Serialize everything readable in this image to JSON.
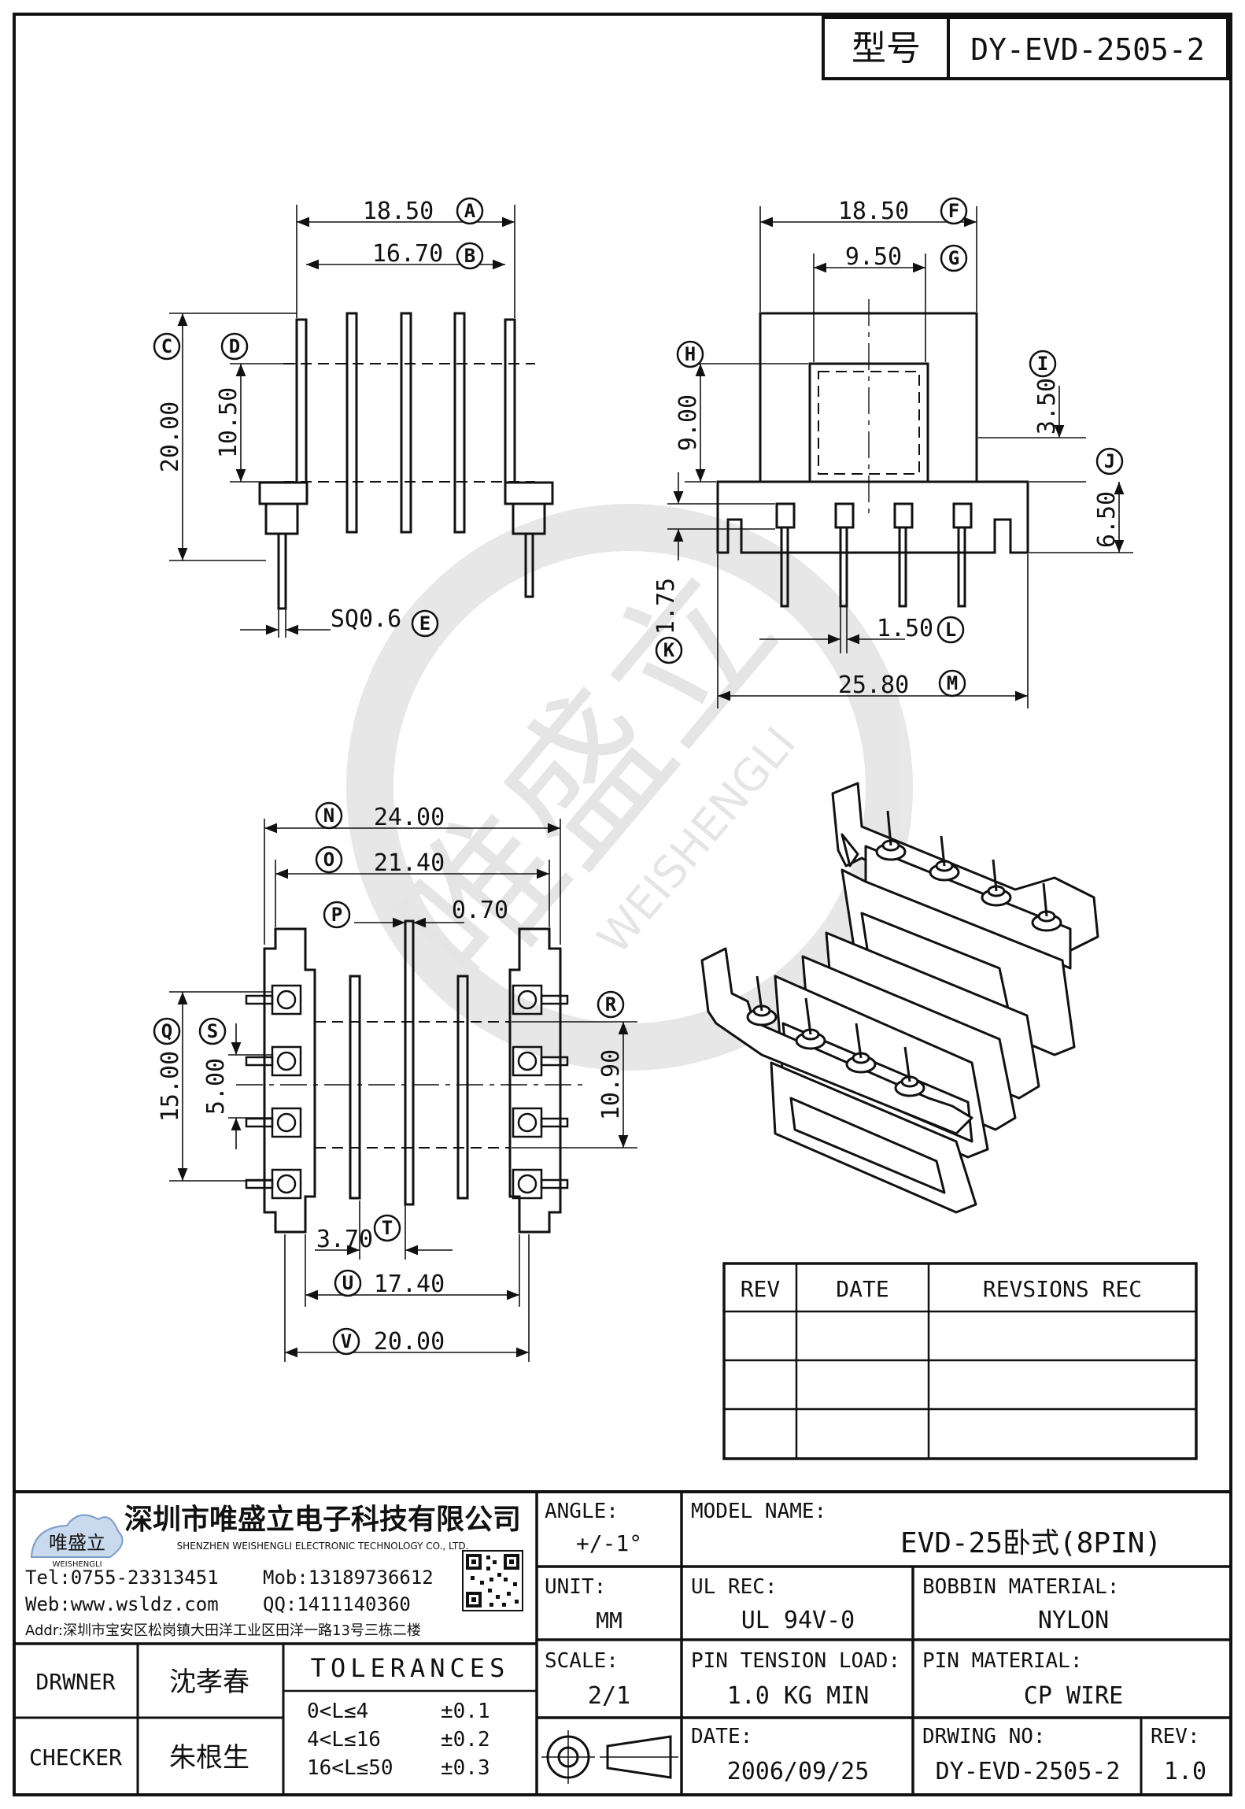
{
  "header": {
    "type_label": "型号",
    "model_code": "DY-EVD-2505-2"
  },
  "views": {
    "side": {
      "dim_A": "18.50",
      "dim_B": "16.70",
      "dim_C": "20.00",
      "dim_D": "10.50",
      "dim_E": "SQ0.6"
    },
    "front": {
      "dim_F": "18.50",
      "dim_G": "9.50",
      "dim_H": "9.00",
      "dim_I": "3.50",
      "dim_J": "6.50",
      "dim_K": "1.75",
      "dim_L": "1.50",
      "dim_M": "25.80"
    },
    "bottom": {
      "dim_N": "24.00",
      "dim_O": "21.40",
      "dim_P": "0.70",
      "dim_Q": "15.00",
      "dim_R": "10.90",
      "dim_S": "5.00",
      "dim_T": "3.70",
      "dim_U": "17.40",
      "dim_V": "20.00"
    },
    "markers": [
      "A",
      "B",
      "C",
      "D",
      "E",
      "F",
      "G",
      "H",
      "I",
      "J",
      "K",
      "L",
      "M",
      "N",
      "O",
      "P",
      "Q",
      "R",
      "S",
      "T",
      "U",
      "V"
    ]
  },
  "watermark": {
    "brand_cn": "唯盛立",
    "brand_en": "WEISHENGLI"
  },
  "revision_table": {
    "headers": [
      "REV",
      "DATE",
      "REVSIONS REC"
    ],
    "rows": [
      [
        "",
        "",
        ""
      ],
      [
        "",
        "",
        ""
      ],
      [
        "",
        "",
        ""
      ]
    ]
  },
  "company": {
    "logo_text": "唯盛立",
    "logo_sub": "WEISHENGLI",
    "name_cn": "深圳市唯盛立电子科技有限公司",
    "name_en": "SHENZHEN WEISHENGLI ELECTRONIC TECHNOLOGY CO., LTD.",
    "tel": "Tel:0755-23313451",
    "mob": "Mob:13189736612",
    "web": "Web:www.wsldz.com",
    "qq": "QQ:1411140360",
    "addr": "Addr:深圳市宝安区松岗镇大田洋工业区田洋一路13号三栋二楼"
  },
  "title_block": {
    "drawer_label": "DRWNER",
    "drawer_name": "沈孝春",
    "checker_label": "CHECKER",
    "checker_name": "朱根生",
    "tolerances_label": "TOLERANCES",
    "tolerances": [
      {
        "range": "0<L≤4",
        "value": "±0.1"
      },
      {
        "range": "4<L≤16",
        "value": "±0.2"
      },
      {
        "range": "16<L≤50",
        "value": "±0.3"
      }
    ],
    "angle_label": "ANGLE:",
    "angle_value": "+/-1°",
    "unit_label": "UNIT:",
    "unit_value": "MM",
    "scale_label": "SCALE:",
    "scale_value": "2/1",
    "model_name_label": "MODEL NAME:",
    "model_name_value": "EVD-25卧式(8PIN)",
    "ul_rec_label": "UL REC:",
    "ul_rec_value": "UL 94V-0",
    "bobbin_material_label": "BOBBIN MATERIAL:",
    "bobbin_material_value": "NYLON",
    "pin_tension_label": "PIN TENSION LOAD:",
    "pin_tension_value": "1.0 KG MIN",
    "pin_material_label": "PIN MATERIAL:",
    "pin_material_value": "CP WIRE",
    "date_label": "DATE:",
    "date_value": "2006/09/25",
    "drawing_no_label": "DRWING NO:",
    "drawing_no_value": "DY-EVD-2505-2",
    "rev_label": "REV:",
    "rev_value": "1.0"
  }
}
